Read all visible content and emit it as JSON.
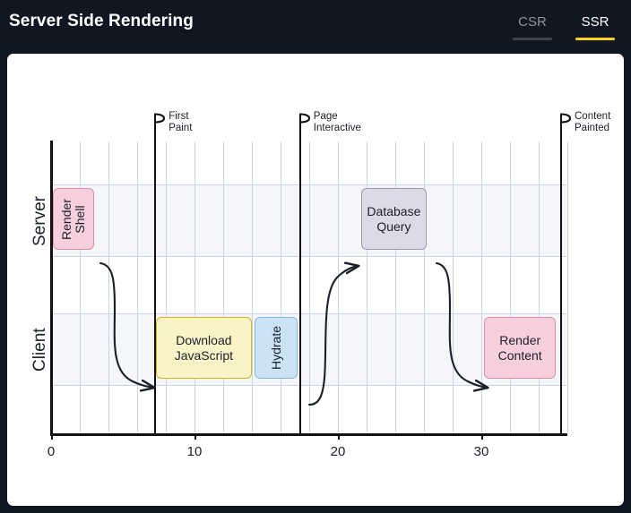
{
  "header": {
    "title": "Server Side Rendering",
    "tabs": [
      {
        "id": "csr",
        "label": "CSR",
        "active": false
      },
      {
        "id": "ssr",
        "label": "SSR",
        "active": true
      }
    ]
  },
  "colors": {
    "page_background": "#111722",
    "card_background": "#ffffff",
    "active_tab_underline": "#f7d417",
    "inactive_tab_underline": "#3b434f",
    "active_tab_text": "#ffffff",
    "inactive_tab_text": "#8b93a1",
    "axis": "#111111",
    "grid": "#ccd3e0",
    "band": "#f4f6fa"
  },
  "chart_data": {
    "type": "timeline",
    "title": "Server Side Rendering",
    "xlabel": "",
    "ylabel": "",
    "xlim": [
      0,
      36
    ],
    "xticks": [
      0,
      10,
      20,
      30
    ],
    "xticklabels": [
      "0",
      "10",
      "20",
      "30"
    ],
    "grid": true,
    "lanes": [
      {
        "name": "Server",
        "label": "Server"
      },
      {
        "name": "Client",
        "label": "Client"
      }
    ],
    "tasks": [
      {
        "label": "Render\nShell",
        "lane": "Server",
        "start": 0.1,
        "end": 3.0,
        "orientation": "vertical",
        "fill": "#f7cedc",
        "stroke": "#d98fae"
      },
      {
        "label": "Download\nJavaScript",
        "lane": "Client",
        "start": 7.3,
        "end": 14.0,
        "orientation": "horizontal",
        "fill": "#fbf3c8",
        "stroke": "#d4b415"
      },
      {
        "label": "Hydrate",
        "lane": "Client",
        "start": 14.2,
        "end": 17.2,
        "orientation": "vertical",
        "fill": "#cbe3f5",
        "stroke": "#86b7d8"
      },
      {
        "label": "Database\nQuery",
        "lane": "Server",
        "start": 21.6,
        "end": 26.2,
        "orientation": "horizontal",
        "fill": "#dcdae6",
        "stroke": "#9c9aab"
      },
      {
        "label": "Render\nContent",
        "lane": "Client",
        "start": 30.2,
        "end": 35.2,
        "orientation": "horizontal",
        "fill": "#f7cedc",
        "stroke": "#d98fae"
      }
    ],
    "markers": [
      {
        "label": "First\nPaint",
        "x": 7.2
      },
      {
        "label": "Page\nInteractive",
        "x": 17.3
      },
      {
        "label": "Content\nPainted",
        "x": 35.5
      }
    ],
    "arrows": [
      {
        "from": "Render Shell",
        "to": "Download JavaScript"
      },
      {
        "from": "Hydrate",
        "to": "Database Query"
      },
      {
        "from": "Database Query",
        "to": "Render Content"
      }
    ]
  }
}
